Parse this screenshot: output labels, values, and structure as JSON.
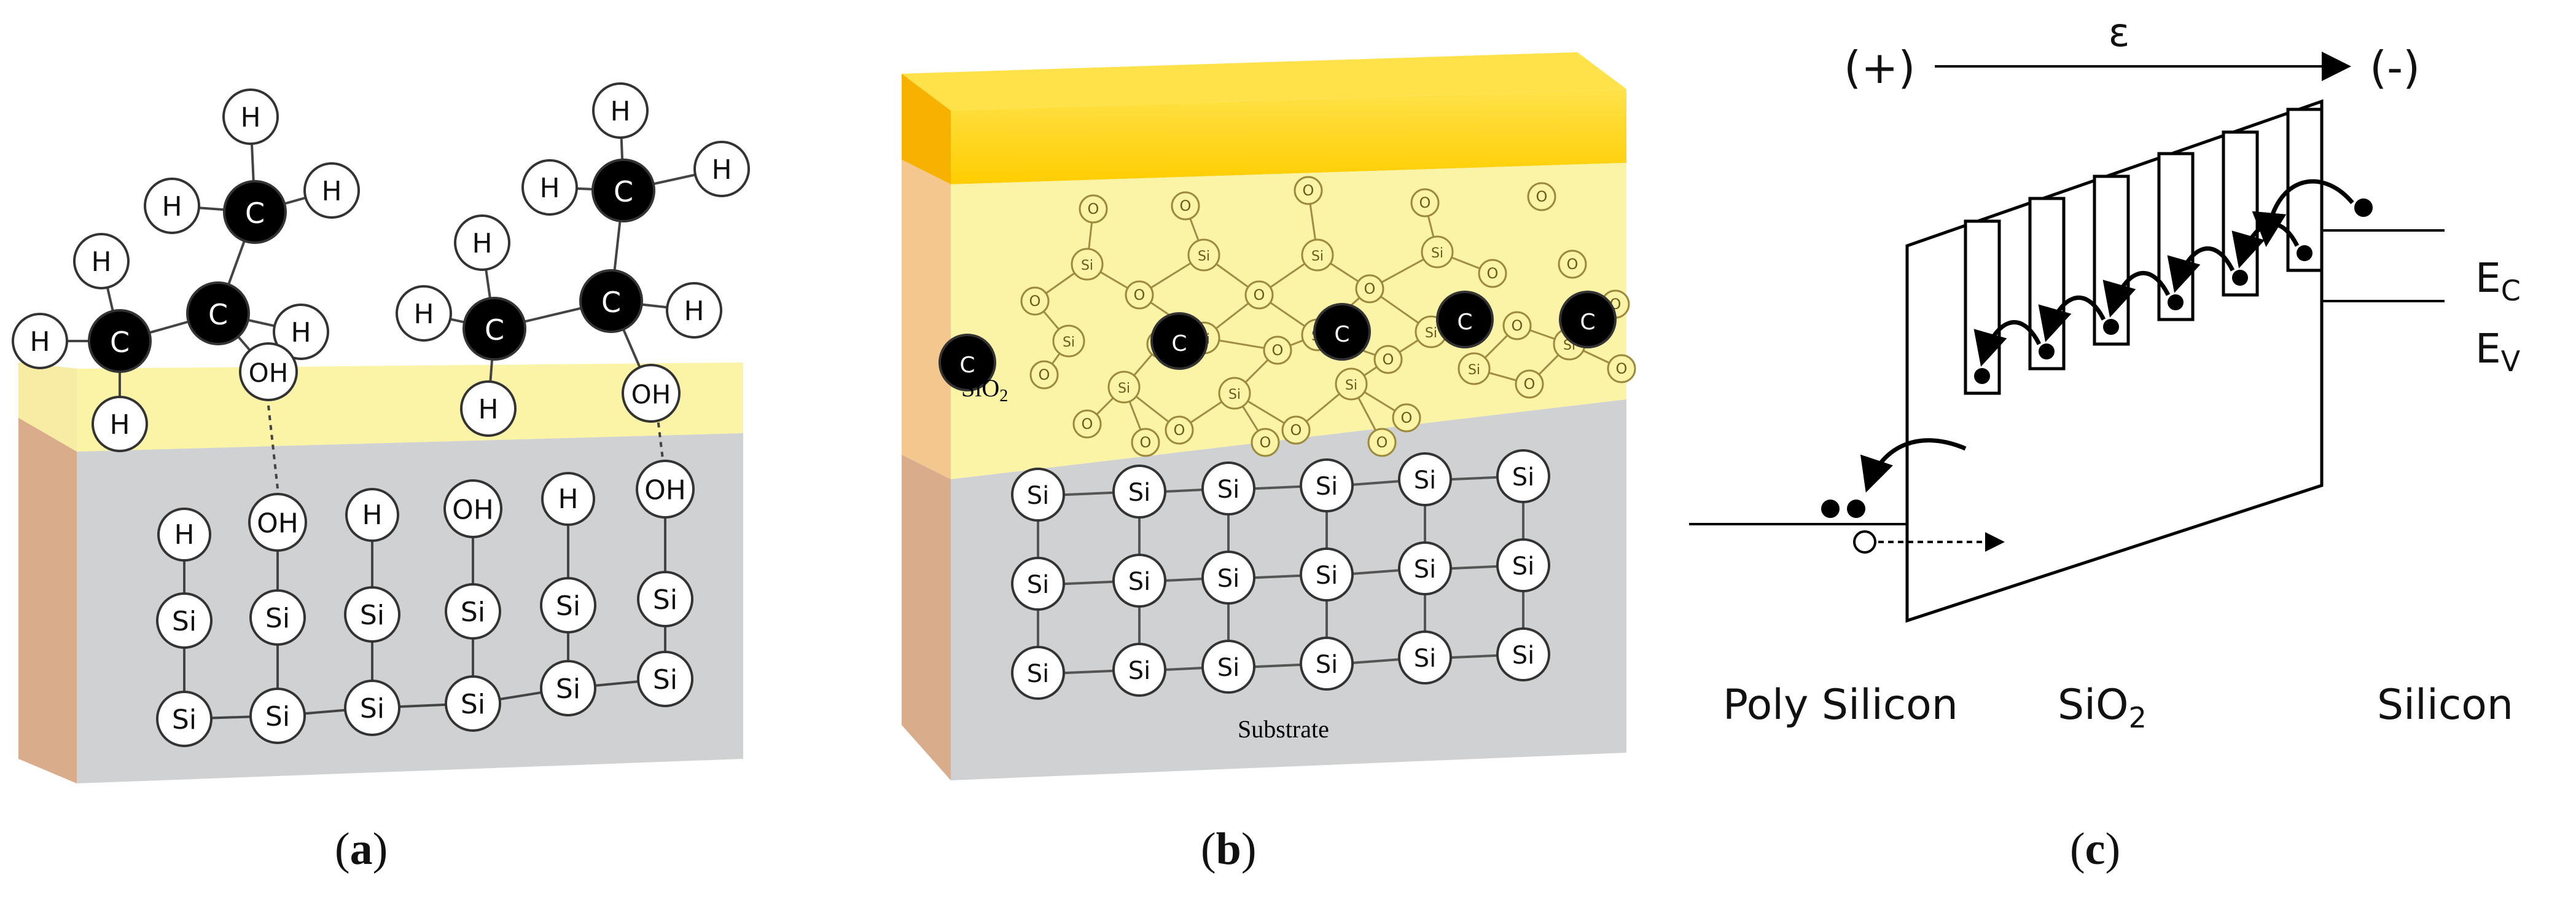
{
  "panels": {
    "a": {
      "caption": {
        "open": "(",
        "letter": "a",
        "close": ")"
      },
      "molecules": [
        {
          "carbon": "C",
          "hydrogen": "H",
          "hydroxyl": "OH"
        },
        {
          "carbon": "C",
          "hydrogen": "H",
          "hydroxyl": "OH"
        }
      ],
      "surface_terminations": [
        "H",
        "OH",
        "H",
        "OH",
        "H",
        "OH"
      ],
      "lattice_atom": "Si",
      "colors": {
        "top_layer": "#fbf3a6",
        "substrate_front": "#cfd1d2",
        "substrate_side": "#d9ad8c",
        "carbon": "#000000"
      }
    },
    "b": {
      "caption": {
        "open": "(",
        "letter": "b",
        "close": ")"
      },
      "oxide_label": "SiO",
      "oxide_subscript": "2",
      "substrate_label": "Substrate",
      "oxygen_atom": "O",
      "silicon_atom": "Si",
      "carbon_atom": "C",
      "colors": {
        "electrode": "#ffd400",
        "oxide": "#fbf3a6",
        "substrate_front": "#cfd1d2",
        "substrate_side": "#d9ad8c"
      }
    },
    "c": {
      "caption": {
        "open": "(",
        "letter": "c",
        "close": ")"
      },
      "field_symbol": "ε",
      "positive_terminal": "(+)",
      "negative_terminal": "(-)",
      "conduction_band": {
        "main": "E",
        "sub": "C"
      },
      "valence_band": {
        "main": "E",
        "sub": "V"
      },
      "left_region": "Poly Silicon",
      "middle_region": {
        "main": "SiO",
        "sub": "2"
      },
      "right_region": "Silicon"
    }
  }
}
